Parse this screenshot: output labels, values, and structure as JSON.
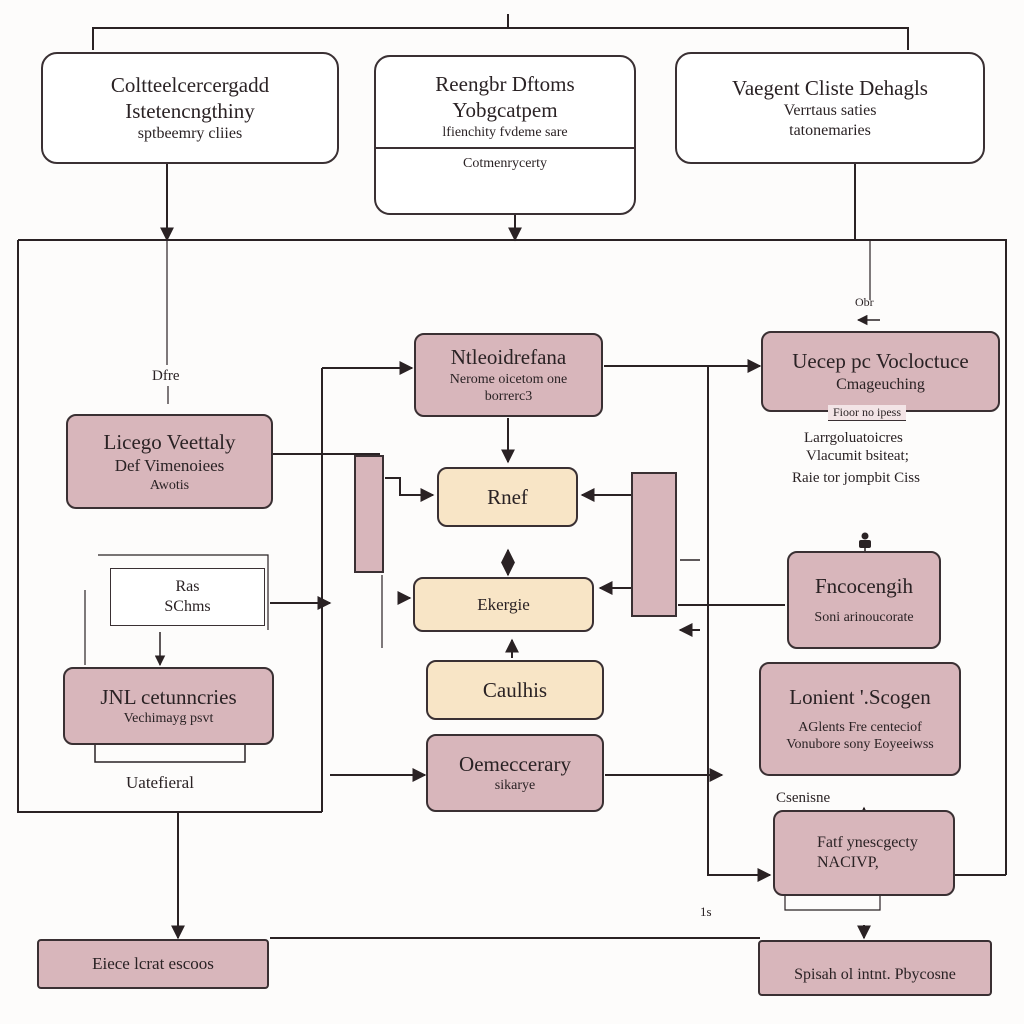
{
  "top_boxes": [
    {
      "lines": [
        "Coltteelcercergadd",
        "Istetencngthiny",
        "sptbeemry cliies"
      ]
    },
    {
      "lines": [
        "Reengbr Dftoms",
        "Yobgcatpem",
        "lfienchity fvdeme sare"
      ],
      "sub": "Cotmenrycerty"
    },
    {
      "lines": [
        "Vaegent Cliste Dehagls",
        "Verrtaus saties",
        "tatonemaries"
      ]
    }
  ],
  "left_nodes": [
    {
      "lines": [
        "Licego Veettaly",
        "Def Vimenoiees",
        "Awotis"
      ]
    },
    {
      "lines": [
        "Ras",
        "SChms"
      ]
    },
    {
      "lines": [
        "JNL cetunncries",
        "Vechimayg psvt"
      ]
    }
  ],
  "center_nodes": [
    {
      "lines": [
        "Ntleoidrefana",
        "Nerome oicetom one",
        "borrerc3"
      ]
    },
    {
      "lines": [
        "Rnef"
      ]
    },
    {
      "lines": [
        "Ekergie"
      ]
    },
    {
      "lines": [
        "Caulhis"
      ]
    },
    {
      "lines": [
        "Oemeccerary",
        "sikarye"
      ]
    }
  ],
  "right_nodes": [
    {
      "lines": [
        "Uecep pc Vocloctuce",
        "Cmageuching"
      ],
      "tag": "Fioor no ipess"
    },
    {
      "lines": [
        "Fncocengih",
        "Soni arinoucorate"
      ]
    },
    {
      "lines": [
        "Lonient '.Scogen",
        "AGlents Fre centeciof",
        "Vonubore sony Eoyeeiwss"
      ]
    },
    {
      "lines": [
        "Fatf ynescgecty",
        "NACIVP,"
      ]
    }
  ],
  "bottom_nodes": [
    {
      "lines": [
        "Eiece lcrat escoos"
      ]
    },
    {
      "lines": [
        "Spisah ol intnt. Pbycosne"
      ]
    }
  ],
  "labels": {
    "dre": "Dfre",
    "ebr": "Obr",
    "right_note": [
      "Larrgoluatoicres",
      "Vlacumit bsiteat;",
      "Raie tor jompbit Ciss"
    ],
    "left_footer": "Uatefieral",
    "right_mid": "Csenisne",
    "page_num": "1s"
  }
}
